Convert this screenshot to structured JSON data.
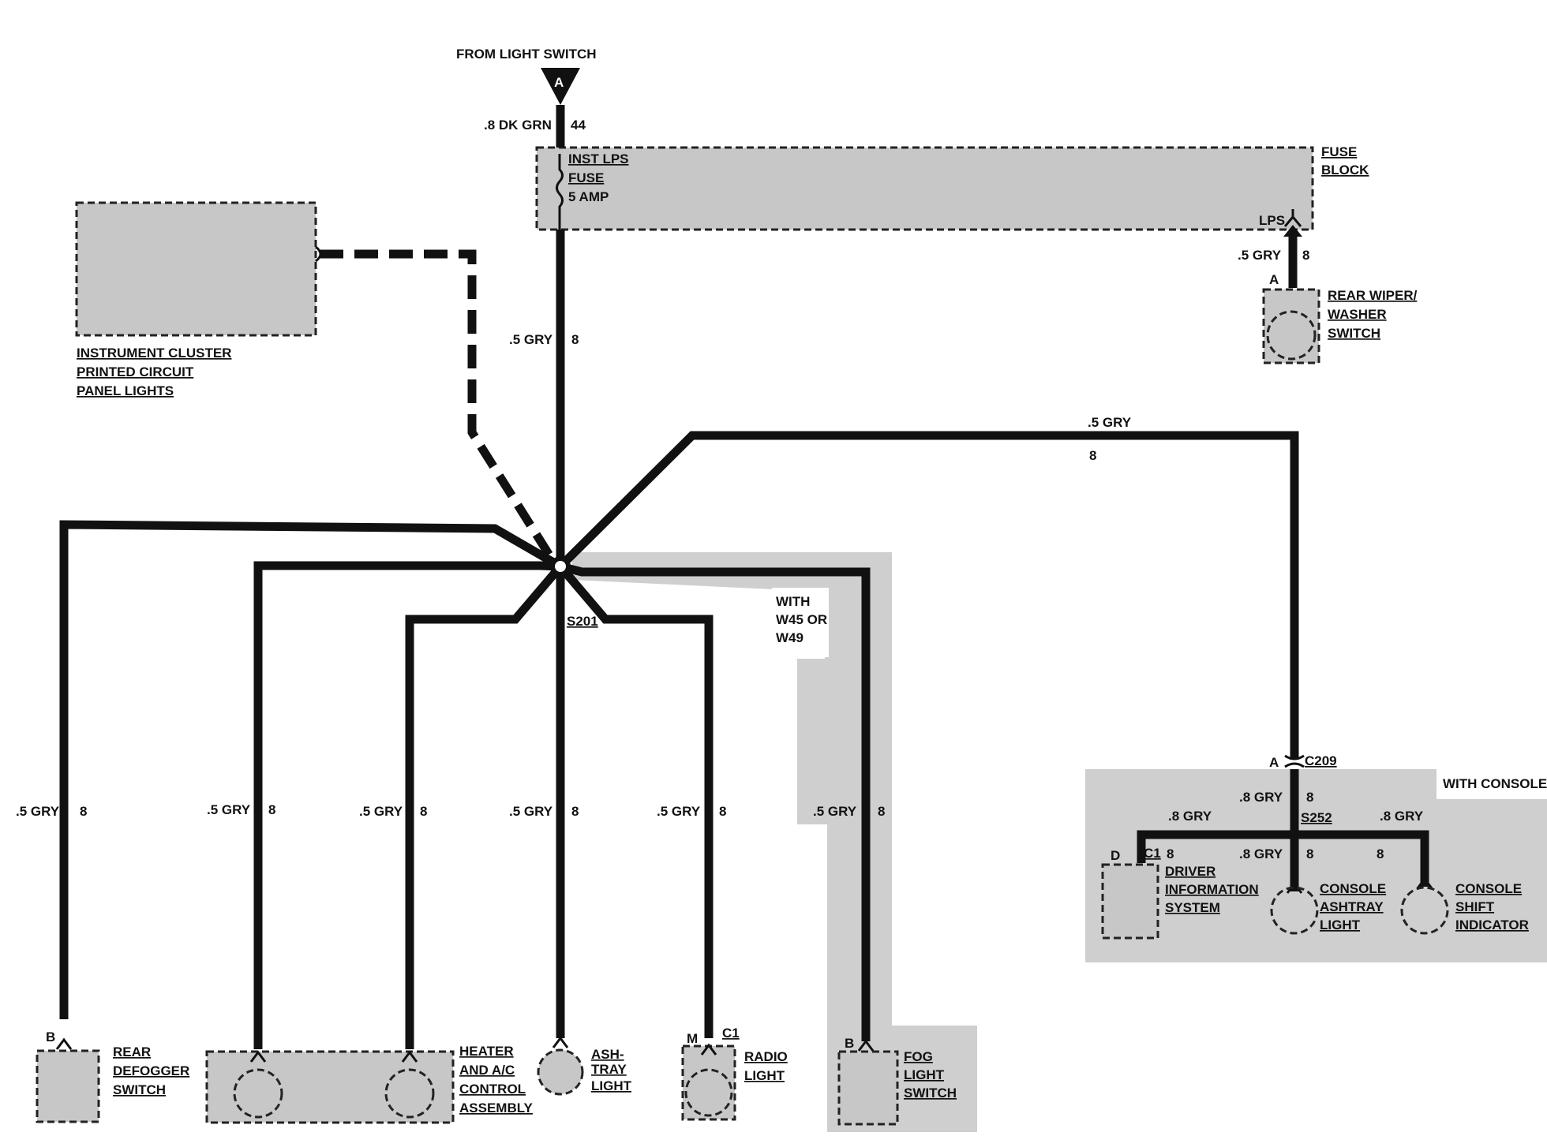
{
  "labels": {
    "from_light_switch": "FROM LIGHT SWITCH",
    "connector_a": "A",
    "wire_8_dk_grn": ".8 DK GRN",
    "circuit_44": "44",
    "inst_lps_fuse_line1": "INST LPS",
    "inst_lps_fuse_line2": "FUSE",
    "fuse_rating": "5 AMP",
    "fuse_block_line1": "FUSE",
    "fuse_block_line2": "BLOCK",
    "lps": "LPS",
    "wire_5_gry": ".5 GRY",
    "circuit_8": "8",
    "rear_wiper_line1": "REAR WIPER/",
    "rear_wiper_line2": "WASHER",
    "rear_wiper_line3": "SWITCH",
    "instrument_cluster_line1": "INSTRUMENT CLUSTER",
    "instrument_cluster_line2": "PRINTED CIRCUIT",
    "instrument_cluster_line3": "PANEL LIGHTS",
    "splice_s201": "S201",
    "with_w45_line1": "WITH",
    "with_w45_line2": "W45 OR",
    "with_w45_line3": "W49",
    "with_console": "WITH CONSOLE",
    "connector_c209": "C209",
    "splice_s252": "S252",
    "wire_8_gry": ".8 GRY",
    "pin_d": "D",
    "connector_c1": "C1",
    "pin_b": "B",
    "pin_m": "M",
    "driver_info_line1": "DRIVER",
    "driver_info_line2": "INFORMATION",
    "driver_info_line3": "SYSTEM",
    "console_ashtray_line1": "CONSOLE",
    "console_ashtray_line2": "ASHTRAY",
    "console_ashtray_line3": "LIGHT",
    "console_shift_line1": "CONSOLE",
    "console_shift_line2": "SHIFT",
    "console_shift_line3": "INDICATOR",
    "rear_defogger_line1": "REAR",
    "rear_defogger_line2": "DEFOGGER",
    "rear_defogger_line3": "SWITCH",
    "heater_line1": "HEATER",
    "heater_line2": "AND A/C",
    "heater_line3": "CONTROL",
    "heater_line4": "ASSEMBLY",
    "ashtray_line1": "ASH-",
    "ashtray_line2": "TRAY",
    "ashtray_line3": "LIGHT",
    "radio_line1": "RADIO",
    "radio_line2": "LIGHT",
    "fog_line1": "FOG",
    "fog_line2": "LIGHT",
    "fog_line3": "SWITCH"
  }
}
